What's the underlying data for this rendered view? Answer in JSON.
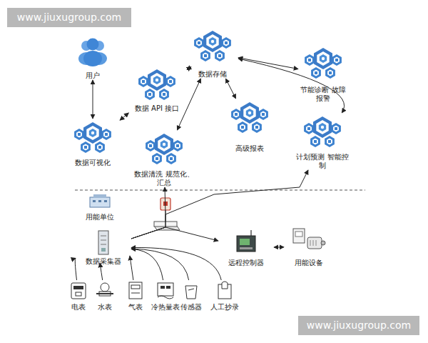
{
  "diagram": {
    "nodes": [
      {
        "text": [
          "用户"
        ]
      },
      {
        "text": [
          "数据 API 接口"
        ]
      },
      {
        "text": [
          "数据存储"
        ]
      },
      {
        "text": [
          "节能诊断 故障报警"
        ]
      },
      {
        "text": [
          "数据可视化"
        ]
      },
      {
        "text": [
          "高级报表"
        ]
      },
      {
        "text": [
          "计划预测 智能控制"
        ]
      },
      {
        "text": [
          "数据清洗 规范化、汇总"
        ]
      },
      {
        "text": [
          "用能单位"
        ]
      },
      {
        "text": [
          "数据采集器"
        ]
      },
      {
        "text": [
          "远程控制器"
        ]
      },
      {
        "text": [
          "用能设备"
        ]
      },
      {
        "text": [
          "电表"
        ]
      },
      {
        "text": [
          "水表"
        ]
      },
      {
        "text": [
          "气表"
        ]
      },
      {
        "text": [
          "冷热量表"
        ]
      },
      {
        "text": [
          "传感器"
        ]
      },
      {
        "text": [
          "人工抄录"
        ]
      }
    ],
    "edges": [
      {
        "from": 0,
        "to": 4,
        "arrow": "both"
      },
      {
        "from": 4,
        "to": 1,
        "arrow": "both"
      },
      {
        "from": 1,
        "to": 2,
        "arrow": "both"
      },
      {
        "from": 2,
        "to": 3,
        "arrow": "both"
      },
      {
        "from": 2,
        "to": 5,
        "arrow": "both"
      },
      {
        "from": 2,
        "to": 7,
        "arrow": "both"
      },
      {
        "from": 2,
        "to": 6,
        "arrow": "both"
      },
      {
        "from": 9,
        "to": 7,
        "arrow": "to"
      },
      {
        "from": 9,
        "to": 6,
        "arrow": "to"
      },
      {
        "from": 9,
        "to": 10,
        "arrow": "to"
      },
      {
        "from": 10,
        "to": 11,
        "arrow": "both"
      },
      {
        "from": 12,
        "to": 9,
        "arrow": "to"
      },
      {
        "from": 13,
        "to": 9,
        "arrow": "to"
      },
      {
        "from": 14,
        "to": 9,
        "arrow": "to"
      },
      {
        "from": 15,
        "to": 9,
        "arrow": "to"
      },
      {
        "from": 16,
        "to": 9,
        "arrow": "to"
      },
      {
        "from": 17,
        "to": 9,
        "arrow": "to"
      }
    ],
    "labels": [
      "www.jiuxugroup.com",
      "www.jiuxugroup.com"
    ]
  }
}
